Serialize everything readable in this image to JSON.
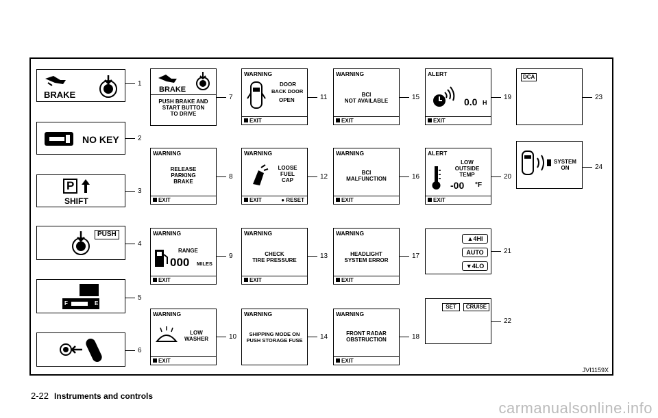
{
  "panels": {
    "p1": {
      "num": "1",
      "label": "BRAKE"
    },
    "p2": {
      "num": "2",
      "label": "NO KEY"
    },
    "p3": {
      "num": "3",
      "p": "P",
      "label": "SHIFT"
    },
    "p4": {
      "num": "4",
      "label": "PUSH"
    },
    "p5": {
      "num": "5",
      "f": "F",
      "e": "E"
    },
    "p6": {
      "num": "6"
    },
    "p7": {
      "num": "7",
      "label": "BRAKE",
      "msg": "PUSH BRAKE AND\nSTART BUTTON\nTO DRIVE"
    },
    "p8": {
      "num": "8",
      "hdr": "WARNING",
      "msg": "RELEASE\nPARKING\nBRAKE",
      "exit": "EXIT"
    },
    "p9": {
      "num": "9",
      "hdr": "WARNING",
      "range": "RANGE",
      "value": "000",
      "unit": "MILES",
      "exit": "EXIT"
    },
    "p10": {
      "num": "10",
      "hdr": "WARNING",
      "msg": "LOW\nWASHER",
      "exit": "EXIT"
    },
    "p11": {
      "num": "11",
      "hdr": "WARNING",
      "door": "DOOR",
      "back": "BACK DOOR",
      "open": "OPEN",
      "exit": "EXIT"
    },
    "p12": {
      "num": "12",
      "hdr": "WARNING",
      "msg": "LOOSE\nFUEL\nCAP",
      "exit": "EXIT",
      "reset": "RESET"
    },
    "p13": {
      "num": "13",
      "hdr": "WARNING",
      "msg": "CHECK\nTIRE PRESSURE",
      "exit": "EXIT"
    },
    "p14": {
      "num": "14",
      "hdr": "WARNING",
      "msg": "SHIPPING MODE ON\nPUSH STORAGE FUSE"
    },
    "p15": {
      "num": "15",
      "hdr": "WARNING",
      "msg": "BCI\nNOT AVAILABLE",
      "exit": "EXIT"
    },
    "p16": {
      "num": "16",
      "hdr": "WARNING",
      "msg": "BCI\nMALFUNCTION",
      "exit": "EXIT"
    },
    "p17": {
      "num": "17",
      "hdr": "WARNING",
      "msg": "HEADLIGHT\nSYSTEM ERROR",
      "exit": "EXIT"
    },
    "p18": {
      "num": "18",
      "hdr": "WARNING",
      "msg": "FRONT RADAR\nOBSTRUCTION",
      "exit": "EXIT"
    },
    "p19": {
      "num": "19",
      "hdr": "ALERT",
      "value": "0.0",
      "unit": "H",
      "exit": "EXIT"
    },
    "p20": {
      "num": "20",
      "hdr": "ALERT",
      "msg": "LOW\nOUTSIDE\nTEMP",
      "value": "-00",
      "unit": "°F",
      "exit": "EXIT"
    },
    "p21": {
      "num": "21",
      "hi": "▲4HI",
      "auto": "AUTO",
      "lo": "▼4LO"
    },
    "p22": {
      "num": "22",
      "set": "SET",
      "cruise": "CRUISE"
    },
    "p23": {
      "num": "23",
      "label": "DCA"
    },
    "p24": {
      "num": "24",
      "msg": "SYSTEM\nON"
    }
  },
  "caption": "JVI1159X",
  "footer": {
    "page": "2-22",
    "section": "Instruments and controls"
  },
  "watermark": "carmanualsonline.info"
}
